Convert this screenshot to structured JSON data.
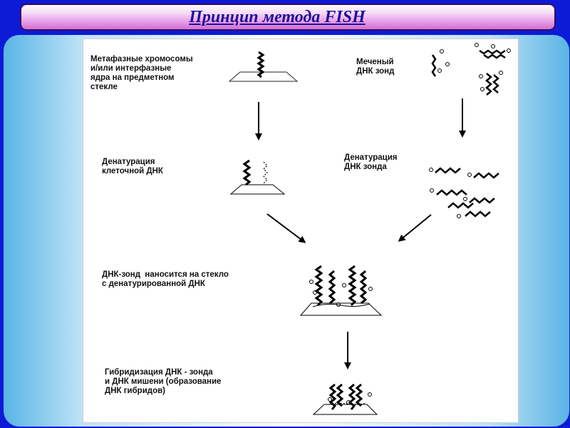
{
  "slide": {
    "title": "Принцип метода FISH"
  },
  "diagram": {
    "labels": {
      "chromosomes_on_slide": "Метафазные хромосомы\nи/или интерфазные\nядра на предметном\nстекле",
      "labeled_probe": "Меченый\nДНК зонд",
      "cellular_dna_denaturation": "Денатурация\nклеточной ДНК",
      "probe_denaturation": "Денатурация\nДНК зонда",
      "probe_applied": "ДНК-зонд  наносится на стекло\nс денатурированной ДНК",
      "hybridization": "Гибридизация ДНК - зонда\nи ДНК мишени (образование\nДНК гибридов)"
    }
  }
}
